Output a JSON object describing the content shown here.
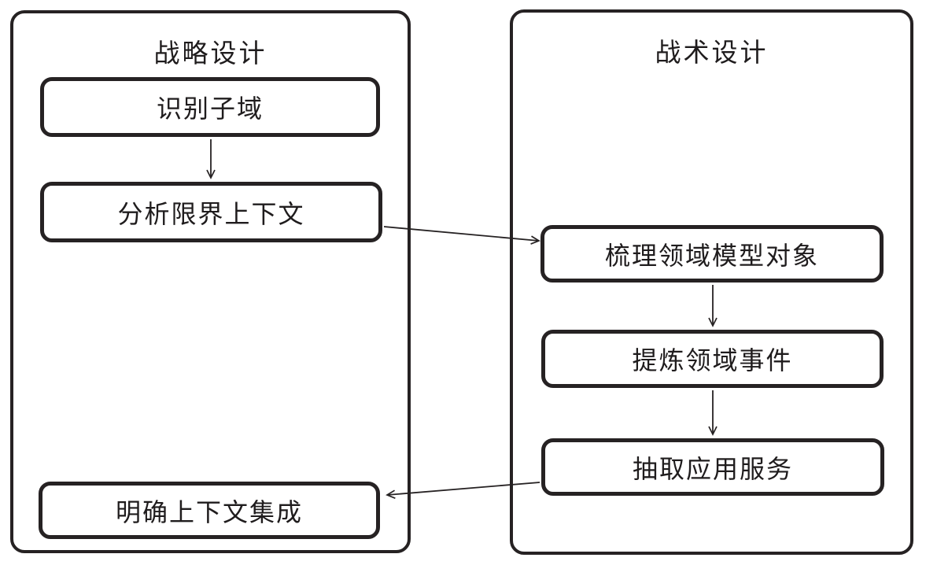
{
  "diagram": {
    "background": "#ffffff",
    "stroke_color": "#262223",
    "strategic": {
      "title": "战略设计",
      "boxes": [
        {
          "label": "识别子域"
        },
        {
          "label": "分析限界上下文"
        },
        {
          "label": "明确上下文集成"
        }
      ]
    },
    "tactical": {
      "title": "战术设计",
      "boxes": [
        {
          "label": "梳理领域模型对象"
        },
        {
          "label": "提炼领域事件"
        },
        {
          "label": "抽取应用服务"
        }
      ]
    },
    "edges": [
      {
        "from": "识别子域",
        "to": "分析限界上下文"
      },
      {
        "from": "分析限界上下文",
        "to": "梳理领域模型对象"
      },
      {
        "from": "梳理领域模型对象",
        "to": "提炼领域事件"
      },
      {
        "from": "提炼领域事件",
        "to": "抽取应用服务"
      },
      {
        "from": "抽取应用服务",
        "to": "明确上下文集成"
      }
    ]
  }
}
